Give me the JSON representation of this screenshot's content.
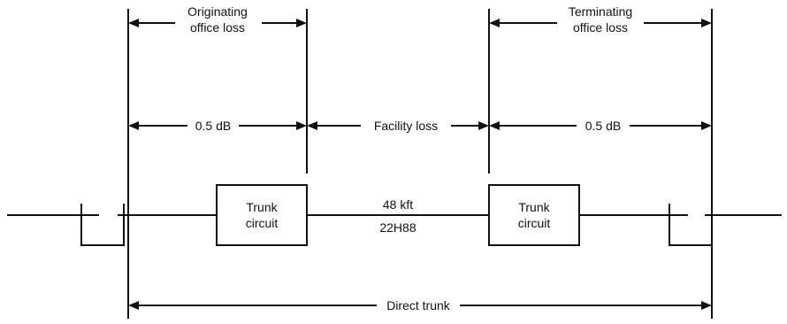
{
  "diagram": {
    "originating_loss": [
      "Originating",
      "office loss"
    ],
    "terminating_loss": [
      "Terminating",
      "office loss"
    ],
    "originating_db": "0.5 dB",
    "facility_loss": "Facility loss",
    "terminating_db": "0.5 dB",
    "trunk_circuit_left": [
      "Trunk",
      "circuit"
    ],
    "trunk_circuit_right": [
      "Trunk",
      "circuit"
    ],
    "cable_length": "48 kft",
    "cable_gauge": "22H88",
    "direct_trunk": "Direct trunk"
  }
}
